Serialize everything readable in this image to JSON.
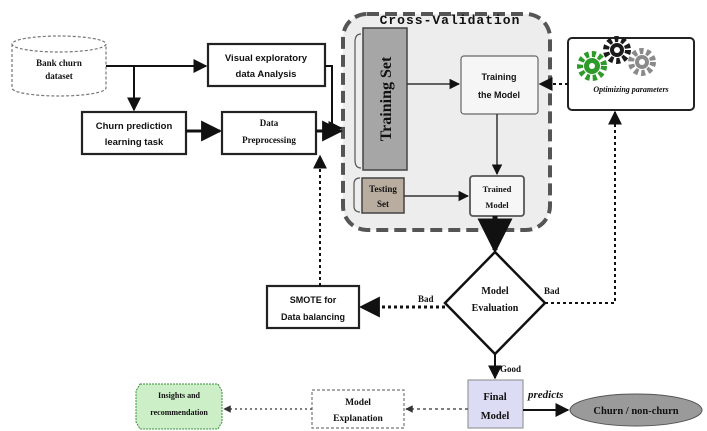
{
  "nodes": {
    "dataset": "Bank churn dataset",
    "visual_eda": [
      "Visual exploratory",
      "data Analysis"
    ],
    "churn_task": [
      "Churn prediction",
      "learning task"
    ],
    "preprocessing": [
      "Data",
      "Preprocessing"
    ],
    "cross_validation": "Cross-Validation",
    "training_set": "Training Set",
    "training_model": [
      "Training",
      "the Model"
    ],
    "testing_set": [
      "Testing",
      "Set"
    ],
    "trained_model": [
      "Trained",
      "Model"
    ],
    "optimizing": "Optimizing parameters",
    "model_evaluation": [
      "Model",
      "Evaluation"
    ],
    "smote": [
      "SMOTE for",
      "Data balancing"
    ],
    "final_model": [
      "Final",
      "Model"
    ],
    "churn_output": "Churn / non-churn",
    "model_explanation": [
      "Model",
      "Explanation"
    ],
    "insights": [
      "Insights and",
      "recommendation"
    ]
  },
  "edge_labels": {
    "bad_left": "Bad",
    "bad_right": "Bad",
    "good": "Good",
    "predicts": "predicts"
  },
  "colors": {
    "cv_fill": "#ededed",
    "training_set_fill": "#a6a6a6",
    "testing_set_fill": "#b9ad9f",
    "final_model_fill": "#dcdcf4",
    "output_fill": "#9a9a9a",
    "insights_fill": "#cdefc8",
    "gear_green": "#2e9a2a",
    "gear_dark": "#1a1a1a",
    "gear_gray": "#8a8a8a"
  }
}
